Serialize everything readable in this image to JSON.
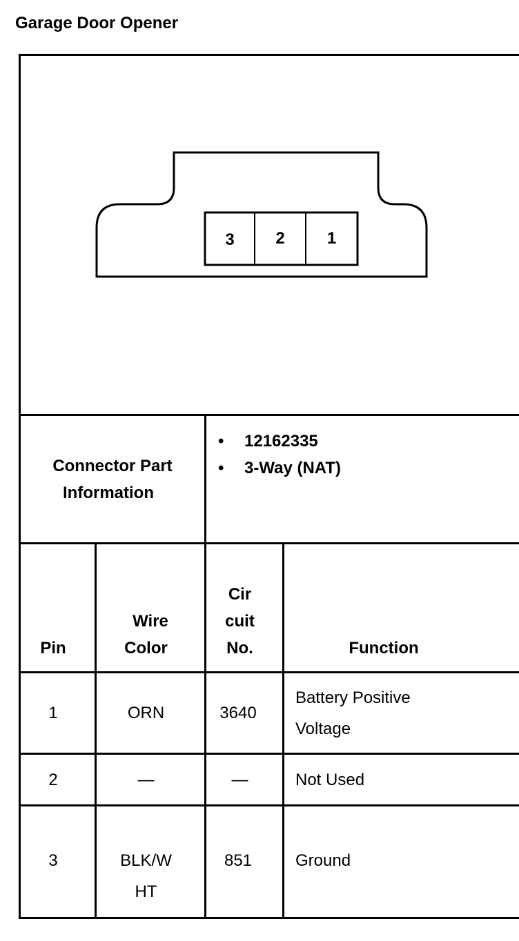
{
  "title": "Garage Door Opener",
  "connector": {
    "cavities": [
      "3",
      "2",
      "1"
    ],
    "info_label_line1": "Connector Part",
    "info_label_line2": "Information",
    "info_items": [
      "12162335",
      "3-Way (NAT)"
    ]
  },
  "table": {
    "headers": {
      "pin": "Pin",
      "wire_color_line1": "Wire",
      "wire_color_line2": "Color",
      "circuit_line1": "Cir",
      "circuit_line2": "cuit",
      "circuit_line3": "No.",
      "function": "Function"
    },
    "rows": [
      {
        "pin": "1",
        "color_line1": "ORN",
        "color_line2": "",
        "circuit": "3640",
        "function_line1": "Battery Positive",
        "function_line2": "Voltage"
      },
      {
        "pin": "2",
        "color_line1": "—",
        "color_line2": "",
        "circuit": "—",
        "function_line1": "Not Used",
        "function_line2": ""
      },
      {
        "pin": "3",
        "color_line1": "BLK/W",
        "color_line2": "HT",
        "circuit": "851",
        "function_line1": "Ground",
        "function_line2": ""
      }
    ]
  }
}
